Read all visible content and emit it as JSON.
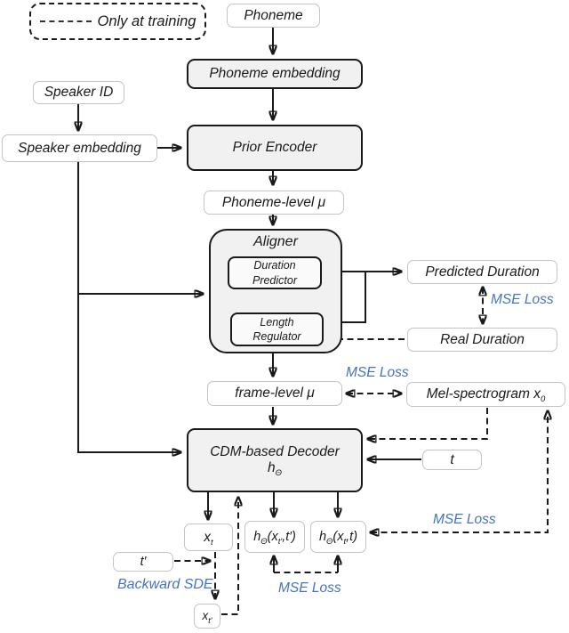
{
  "figure": {
    "legend": {
      "label": "Only at training"
    },
    "nodes": {
      "phoneme": {
        "label": "Phoneme"
      },
      "phoneme_embedding": {
        "label": "Phoneme embedding"
      },
      "speaker_id": {
        "label": "Speaker ID"
      },
      "speaker_embedding": {
        "label": "Speaker embedding"
      },
      "prior_encoder": {
        "label": "Prior Encoder"
      },
      "phoneme_level_mu": {
        "label": "Phoneme-level μ"
      },
      "aligner": {
        "title": "Aligner"
      },
      "duration_predictor": {
        "line1": "Duration",
        "line2": "Predictor"
      },
      "length_regulator": {
        "line1": "Length",
        "line2": "Regulator"
      },
      "predicted_duration": {
        "label": "Predicted Duration"
      },
      "real_duration": {
        "label": "Real Duration"
      },
      "frame_level_mu": {
        "label": "frame-level μ"
      },
      "mel_spectrogram": {
        "base": "Mel-spectrogram x",
        "sub": "0"
      },
      "cdm_decoder": {
        "line1": "CDM-based Decoder",
        "h": "h",
        "h_sub": "Θ"
      },
      "t": {
        "label": "t"
      },
      "x_t": {
        "base": "x",
        "sub": "t"
      },
      "h_xt_prime": {
        "p1": "h",
        "s1": "Θ",
        "p2": "(x",
        "s2": "t′",
        "p3": ",t′)"
      },
      "h_xt": {
        "p1": "h",
        "s1": "Θ",
        "p2": "(x",
        "s2": "t",
        "p3": ",t)"
      },
      "t_prime": {
        "label": "t′"
      },
      "x_t_prime": {
        "base": "x",
        "sub": "t′"
      }
    },
    "loss_labels": {
      "mse_duration": "MSE Loss",
      "mse_frame": "MSE Loss",
      "mse_output": "MSE Loss",
      "mse_consistency": "MSE Loss",
      "backward_sde": "Backward SDE"
    },
    "colors": {
      "loss_text": "#4472C4",
      "block_fill": "#f1f1f1",
      "border_dark": "#1a1a1a",
      "border_light": "#c4c4c4",
      "background": "#ffffff"
    }
  }
}
